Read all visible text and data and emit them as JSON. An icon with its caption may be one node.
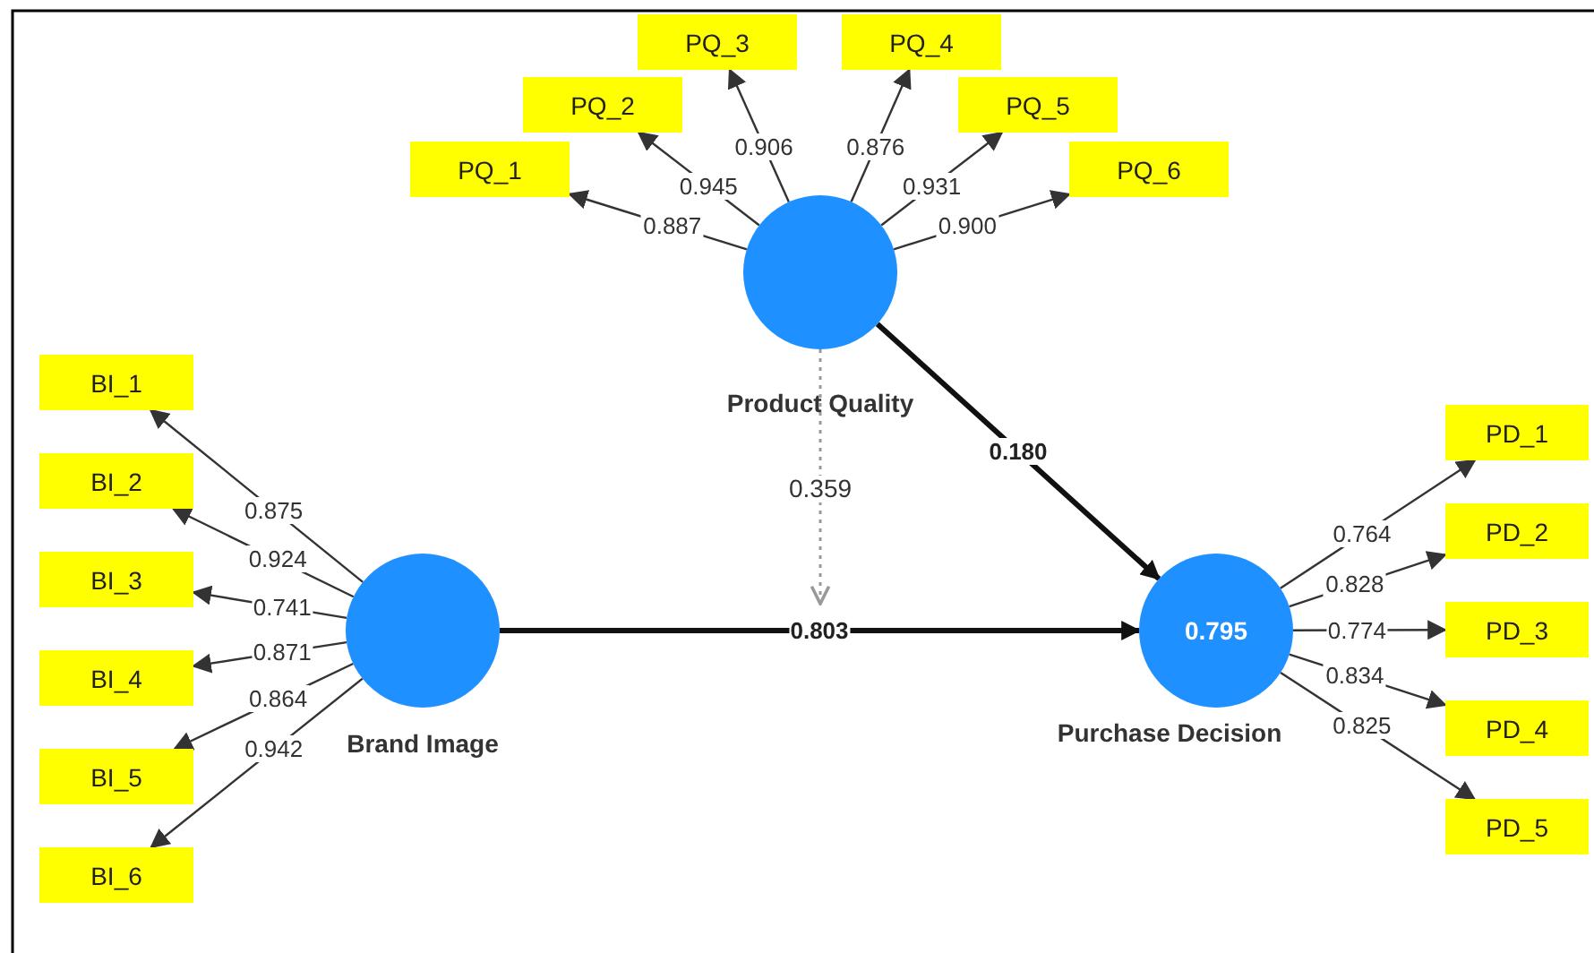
{
  "diagram": {
    "nodes": [
      {
        "text": [
          "PQ_1"
        ]
      },
      {
        "text": [
          "PQ_2"
        ]
      },
      {
        "text": [
          "PQ_3"
        ]
      },
      {
        "text": [
          "PQ_4"
        ]
      },
      {
        "text": [
          "PQ_5"
        ]
      },
      {
        "text": [
          "PQ_6"
        ]
      },
      {
        "text": [
          "Product Quality"
        ]
      },
      {
        "text": [
          "BI_1"
        ]
      },
      {
        "text": [
          "BI_2"
        ]
      },
      {
        "text": [
          "BI_3"
        ]
      },
      {
        "text": [
          "BI_4"
        ]
      },
      {
        "text": [
          "BI_5"
        ]
      },
      {
        "text": [
          "BI_6"
        ]
      },
      {
        "text": [
          "Brand Image"
        ]
      },
      {
        "text": [
          "0.795",
          "Purchase Decision"
        ]
      },
      {
        "text": [
          "PD_1"
        ]
      },
      {
        "text": [
          "PD_2"
        ]
      },
      {
        "text": [
          "PD_3"
        ]
      },
      {
        "text": [
          "PD_4"
        ]
      },
      {
        "text": [
          "PD_5"
        ]
      }
    ],
    "edges": [
      {
        "from": 6,
        "to": 0,
        "arrow": "to",
        "label": "0.887"
      },
      {
        "from": 6,
        "to": 1,
        "arrow": "to",
        "label": "0.945"
      },
      {
        "from": 6,
        "to": 2,
        "arrow": "to",
        "label": "0.906"
      },
      {
        "from": 6,
        "to": 3,
        "arrow": "to",
        "label": "0.876"
      },
      {
        "from": 6,
        "to": 4,
        "arrow": "to",
        "label": "0.931"
      },
      {
        "from": 6,
        "to": 5,
        "arrow": "to",
        "label": "0.900"
      },
      {
        "from": 13,
        "to": 7,
        "arrow": "to",
        "label": "0.875"
      },
      {
        "from": 13,
        "to": 8,
        "arrow": "to",
        "label": "0.924"
      },
      {
        "from": 13,
        "to": 9,
        "arrow": "to",
        "label": "0.741"
      },
      {
        "from": 13,
        "to": 10,
        "arrow": "to",
        "label": "0.871"
      },
      {
        "from": 13,
        "to": 11,
        "arrow": "to",
        "label": "0.864"
      },
      {
        "from": 13,
        "to": 12,
        "arrow": "to",
        "label": "0.942"
      },
      {
        "from": 14,
        "to": 15,
        "arrow": "to",
        "label": "0.764"
      },
      {
        "from": 14,
        "to": 16,
        "arrow": "to",
        "label": "0.828"
      },
      {
        "from": 14,
        "to": 17,
        "arrow": "to",
        "label": "0.774"
      },
      {
        "from": 14,
        "to": 18,
        "arrow": "to",
        "label": "0.834"
      },
      {
        "from": 14,
        "to": 19,
        "arrow": "to",
        "label": "0.825"
      },
      {
        "from": 13,
        "to": 14,
        "arrow": "to",
        "label": "0.803",
        "style": "thick"
      },
      {
        "from": 6,
        "to": 14,
        "arrow": "to",
        "label": "0.180",
        "style": "thick"
      },
      {
        "from": 6,
        "to": null,
        "arrow": "to",
        "label": "0.359",
        "style": "dashed",
        "color": "#999999"
      }
    ]
  }
}
